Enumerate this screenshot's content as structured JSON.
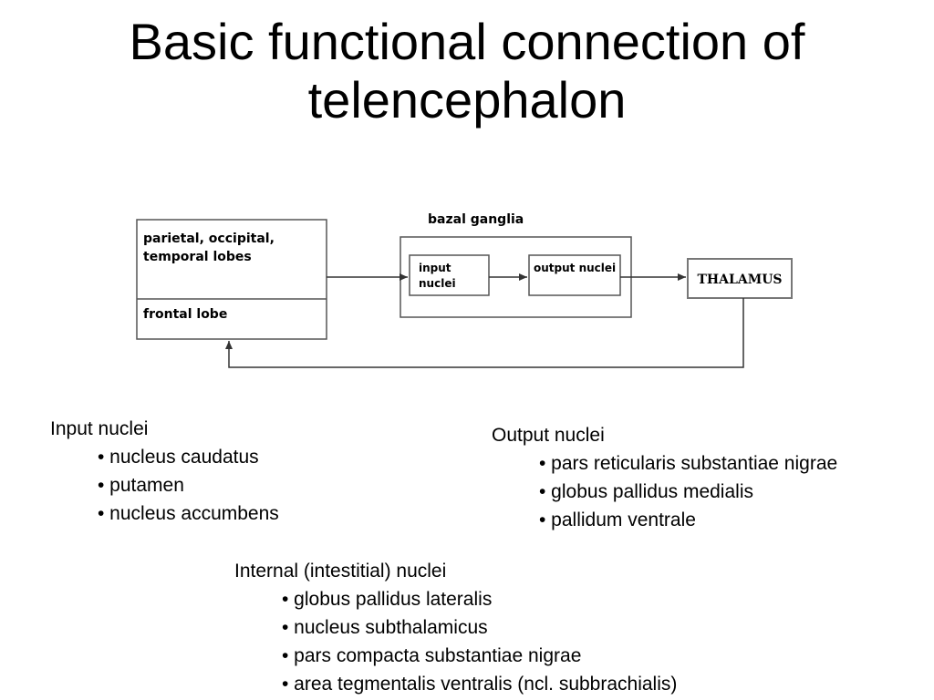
{
  "slide": {
    "title_line1": "Basic functional connection of",
    "title_line2": "telencephalon"
  },
  "diagram": {
    "cortex_top_label_line1": "parietal, occipital,",
    "cortex_top_label_line2": "temporal lobes",
    "cortex_bottom_label": "frontal lobe",
    "basal_ganglia_label": "bazal ganglia",
    "input_box_line1": "input",
    "input_box_line2": "nuclei",
    "output_box_label": "output nuclei",
    "thalamus_label": "THALAMUS"
  },
  "lists": {
    "input": {
      "heading": "Input nuclei",
      "items": [
        "• nucleus caudatus",
        "• putamen",
        "• nucleus accumbens"
      ]
    },
    "output": {
      "heading": "Output nuclei",
      "items": [
        "• pars reticularis substantiae nigrae",
        "• globus pallidus medialis",
        "• pallidum ventrale"
      ]
    },
    "internal": {
      "heading": "Internal (intestitial) nuclei",
      "items": [
        "• globus pallidus lateralis",
        "• nucleus subthalamicus",
        "• pars compacta substantiae nigrae",
        "• area tegmentalis ventralis (ncl. subbrachialis)"
      ]
    }
  }
}
